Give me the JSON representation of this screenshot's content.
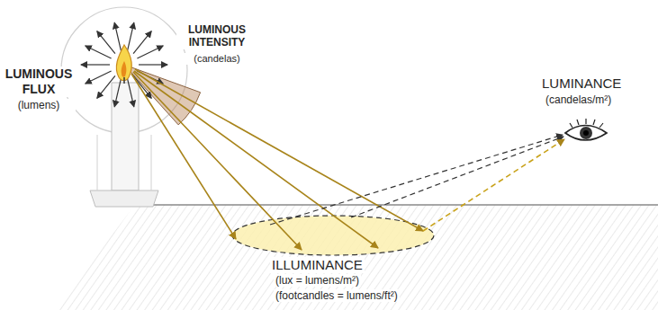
{
  "diagram": {
    "labels": [
      "LUMINOUS FLUX",
      "(lumens)",
      "LUMINOUS INTENSITY",
      "(candelas)",
      "LUMINANCE",
      "(candelas/m²)",
      "ILLUMINANCE",
      "(lux = lumens/m²)",
      "(footcandles = lumens/ft²)"
    ]
  }
}
